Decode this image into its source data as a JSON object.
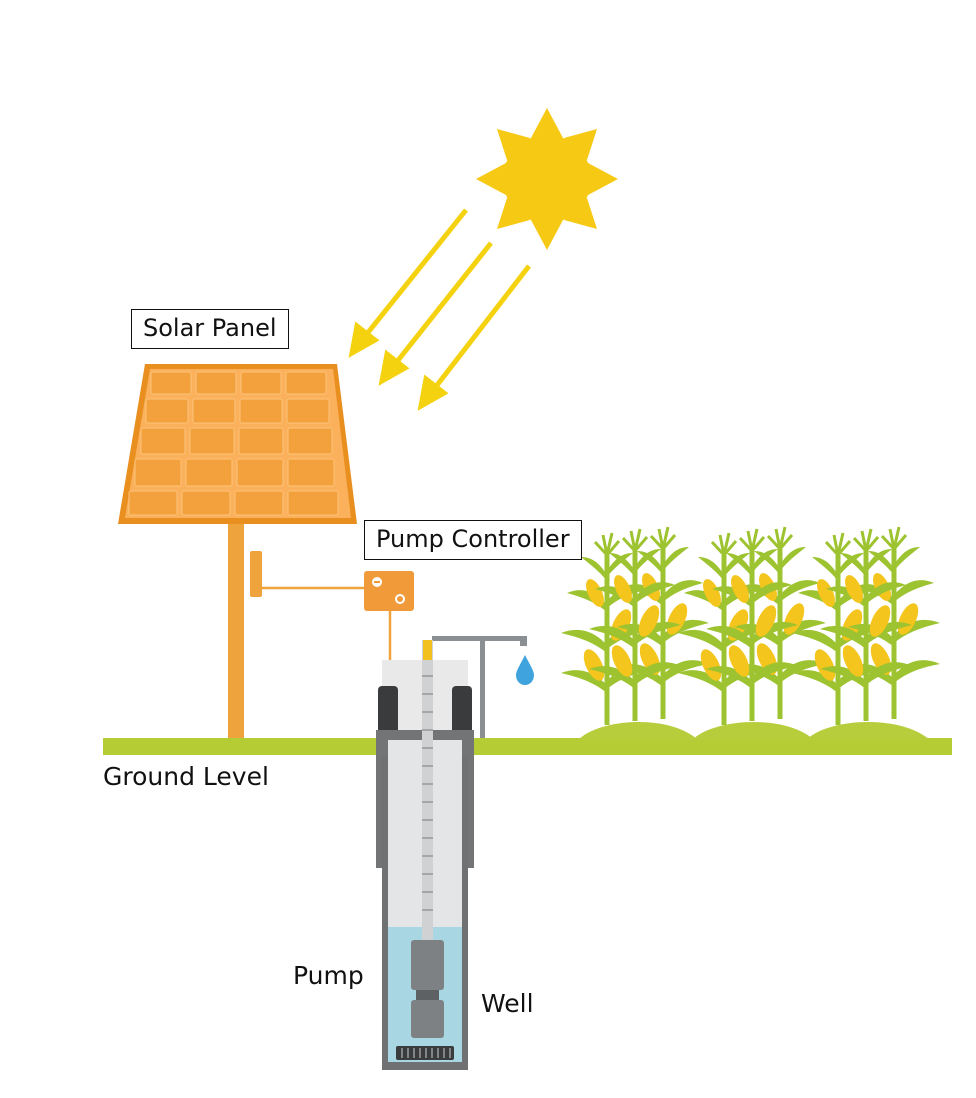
{
  "labels": {
    "solar_panel": "Solar Panel",
    "pump_controller": "Pump Controller",
    "ground_level": "Ground Level",
    "pump": "Pump",
    "well": "Well"
  },
  "colors": {
    "sun": "#f6c914",
    "sun_ray": "#f5d20f",
    "panel": "#f3a13c",
    "panel_frame": "#e98f1f",
    "pole": "#eea33c",
    "ground": "#b5cc35",
    "well_casing": "#6f7173",
    "well_water": "#a9d6e3",
    "pipe": "#e4e5e6",
    "water_drop": "#3fa3dd",
    "corn_leaf": "#9ec330",
    "corn_cob": "#f4c51c",
    "field_mound": "#b8cd3c"
  }
}
